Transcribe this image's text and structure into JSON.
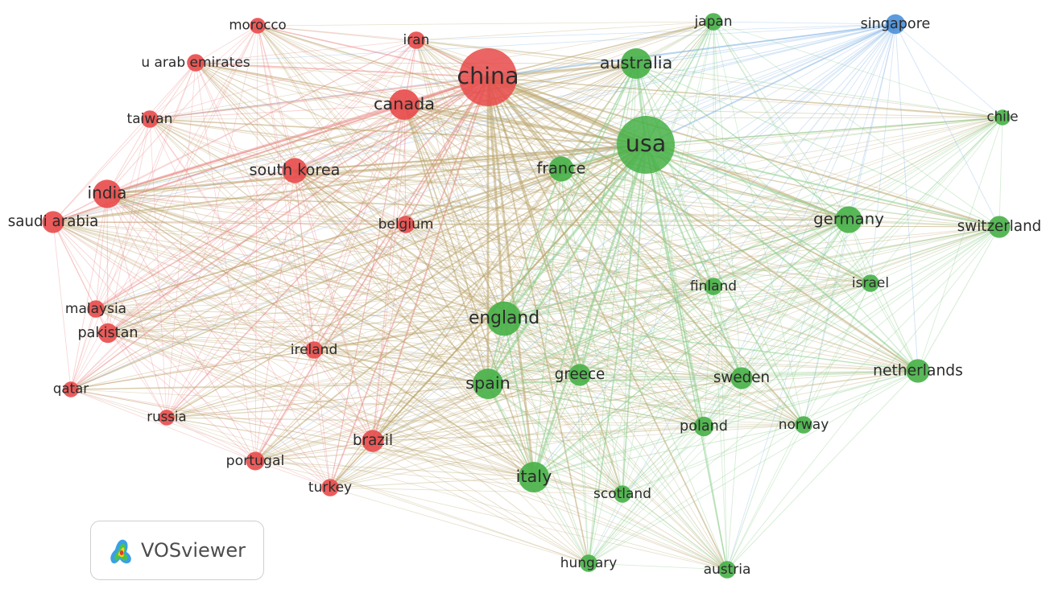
{
  "colors": {
    "cluster_red": "#e84a4a",
    "cluster_green": "#46b046",
    "cluster_blue": "#4a90d9",
    "edge_red": "#ec8888",
    "edge_green": "#86cc86",
    "edge_blue": "#85b5e4",
    "edge_mixed": "#b9a46a"
  },
  "brand": {
    "label": "VOSviewer",
    "icon": "vosviewer-logo-icon"
  },
  "nodes": [
    {
      "id": "china",
      "label": "china",
      "cluster": "red",
      "weight": 10
    },
    {
      "id": "canada",
      "label": "canada",
      "cluster": "red",
      "weight": 5
    },
    {
      "id": "india",
      "label": "india",
      "cluster": "red",
      "weight": 4.6
    },
    {
      "id": "south_korea",
      "label": "south korea",
      "cluster": "red",
      "weight": 4
    },
    {
      "id": "iran",
      "label": "iran",
      "cluster": "red",
      "weight": 2.6
    },
    {
      "id": "morocco",
      "label": "morocco",
      "cluster": "red",
      "weight": 2.3
    },
    {
      "id": "uae",
      "label": "u arab emirates",
      "cluster": "red",
      "weight": 2.6
    },
    {
      "id": "taiwan",
      "label": "taiwan",
      "cluster": "red",
      "weight": 2.6
    },
    {
      "id": "saudi",
      "label": "saudi arabia",
      "cluster": "red",
      "weight": 3.4
    },
    {
      "id": "belgium",
      "label": "belgium",
      "cluster": "red",
      "weight": 2.6
    },
    {
      "id": "malaysia",
      "label": "malaysia",
      "cluster": "red",
      "weight": 2.6
    },
    {
      "id": "pakistan",
      "label": "pakistan",
      "cluster": "red",
      "weight": 3
    },
    {
      "id": "ireland",
      "label": "ireland",
      "cluster": "red",
      "weight": 2.6
    },
    {
      "id": "qatar",
      "label": "qatar",
      "cluster": "red",
      "weight": 2.3
    },
    {
      "id": "russia",
      "label": "russia",
      "cluster": "red",
      "weight": 2.3
    },
    {
      "id": "brazil",
      "label": "brazil",
      "cluster": "red",
      "weight": 3.4
    },
    {
      "id": "portugal",
      "label": "portugal",
      "cluster": "red",
      "weight": 2.8
    },
    {
      "id": "turkey",
      "label": "turkey",
      "cluster": "red",
      "weight": 2.6
    },
    {
      "id": "usa",
      "label": "usa",
      "cluster": "green",
      "weight": 10
    },
    {
      "id": "australia",
      "label": "australia",
      "cluster": "green",
      "weight": 5
    },
    {
      "id": "japan",
      "label": "japan",
      "cluster": "green",
      "weight": 2.6
    },
    {
      "id": "france",
      "label": "france",
      "cluster": "green",
      "weight": 4
    },
    {
      "id": "germany",
      "label": "germany",
      "cluster": "green",
      "weight": 4.3
    },
    {
      "id": "chile",
      "label": "chile",
      "cluster": "green",
      "weight": 2.3
    },
    {
      "id": "switzerland",
      "label": "switzerland",
      "cluster": "green",
      "weight": 3.4
    },
    {
      "id": "finland",
      "label": "finland",
      "cluster": "green",
      "weight": 2.6
    },
    {
      "id": "israel",
      "label": "israel",
      "cluster": "green",
      "weight": 2.6
    },
    {
      "id": "england",
      "label": "england",
      "cluster": "green",
      "weight": 5.7
    },
    {
      "id": "spain",
      "label": "spain",
      "cluster": "green",
      "weight": 5
    },
    {
      "id": "greece",
      "label": "greece",
      "cluster": "green",
      "weight": 3.4
    },
    {
      "id": "sweden",
      "label": "sweden",
      "cluster": "green",
      "weight": 3.4
    },
    {
      "id": "netherlands",
      "label": "netherlands",
      "cluster": "green",
      "weight": 3.7
    },
    {
      "id": "poland",
      "label": "poland",
      "cluster": "green",
      "weight": 3
    },
    {
      "id": "norway",
      "label": "norway",
      "cluster": "green",
      "weight": 2.6
    },
    {
      "id": "italy",
      "label": "italy",
      "cluster": "green",
      "weight": 5
    },
    {
      "id": "scotland",
      "label": "scotland",
      "cluster": "green",
      "weight": 2.6
    },
    {
      "id": "hungary",
      "label": "hungary",
      "cluster": "green",
      "weight": 2.6
    },
    {
      "id": "austria",
      "label": "austria",
      "cluster": "green",
      "weight": 2.6
    },
    {
      "id": "singapore",
      "label": "singapore",
      "cluster": "blue",
      "weight": 3
    }
  ]
}
